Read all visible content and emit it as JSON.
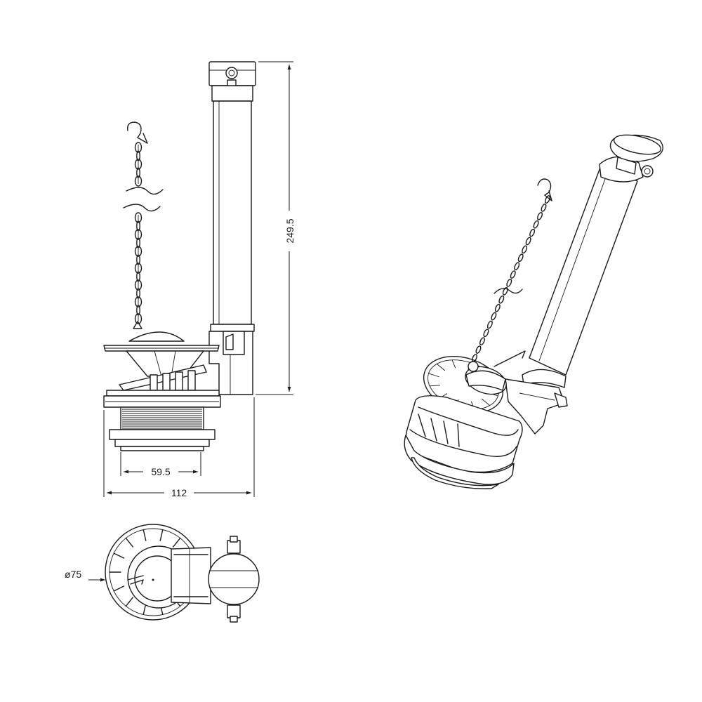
{
  "dimensions": {
    "height_label": "249.5",
    "outlet_width_label": "59.5",
    "overall_width_label": "112",
    "diameter_label": "ø75"
  },
  "colors": {
    "line": "#1a1a1a",
    "background": "#ffffff"
  }
}
